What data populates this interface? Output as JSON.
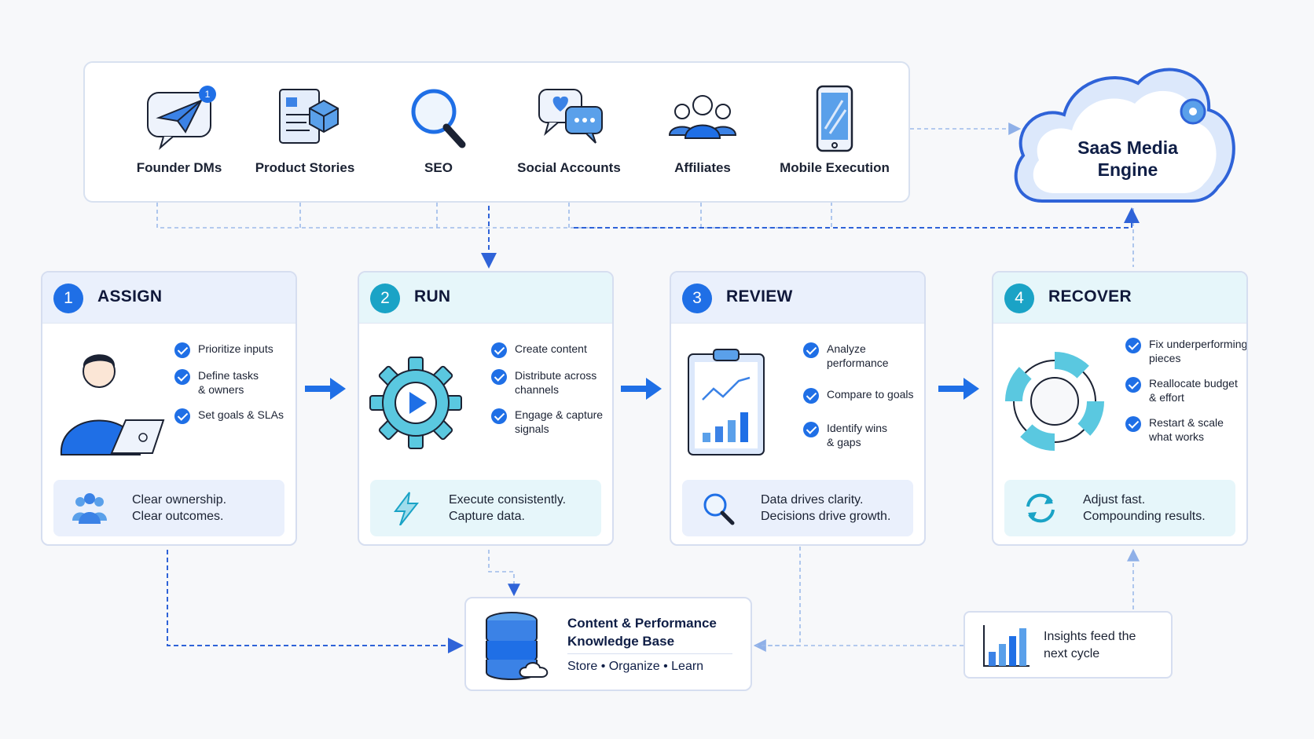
{
  "channels": [
    {
      "label": "Founder DMs",
      "icon": "paper-plane-icon",
      "badge": "1"
    },
    {
      "label": "Product Stories",
      "icon": "story-board-icon"
    },
    {
      "label": "SEO",
      "icon": "magnifier-icon"
    },
    {
      "label": "Social Accounts",
      "icon": "chat-bubbles-icon"
    },
    {
      "label": "Affiliates",
      "icon": "people-group-icon"
    },
    {
      "label": "Mobile Execution",
      "icon": "smartphone-icon"
    }
  ],
  "engine": {
    "line1": "SaaS Media",
    "line2": "Engine"
  },
  "steps": [
    {
      "number": "1",
      "title": "ASSIGN",
      "color": "#1f6fe6",
      "head_bg": "#eaf0fc",
      "items": [
        "Prioritize inputs",
        "Define tasks\n& owners",
        "Set goals & SLAs"
      ],
      "footer": {
        "line1": "Clear ownership.",
        "line2": "Clear outcomes.",
        "icon": "team-icon"
      }
    },
    {
      "number": "2",
      "title": "RUN",
      "color": "#1aa3c6",
      "head_bg": "#e6f6fa",
      "items": [
        "Create content",
        "Distribute across\nchannels",
        "Engage & capture\nsignals"
      ],
      "footer": {
        "line1": "Execute consistently.",
        "line2": "Capture data.",
        "icon": "lightning-icon"
      }
    },
    {
      "number": "3",
      "title": "REVIEW",
      "color": "#1f6fe6",
      "head_bg": "#eaf0fc",
      "items": [
        "Analyze performance",
        "Compare to goals",
        "Identify wins\n& gaps"
      ],
      "footer": {
        "line1": "Data drives clarity.",
        "line2": "Decisions drive growth.",
        "icon": "search-icon"
      }
    },
    {
      "number": "4",
      "title": "RECOVER",
      "color": "#1aa3c6",
      "head_bg": "#e6f6fa",
      "items": [
        "Fix underperforming\npieces",
        "Reallocate budget\n& effort",
        "Restart & scale\nwhat works"
      ],
      "footer": {
        "line1": "Adjust fast.",
        "line2": "Compounding results.",
        "icon": "refresh-icon"
      }
    }
  ],
  "knowledge_base": {
    "title_line1": "Content & Performance",
    "title_line2": "Knowledge Base",
    "subtitle": "Store • Organize • Learn"
  },
  "insights": {
    "line1": "Insights feed the",
    "line2": "next cycle"
  },
  "colors": {
    "primary": "#1f6fe6",
    "teal": "#1aa3c6",
    "wire": "#8fb0e8",
    "wire_dark": "#2f63d8"
  }
}
